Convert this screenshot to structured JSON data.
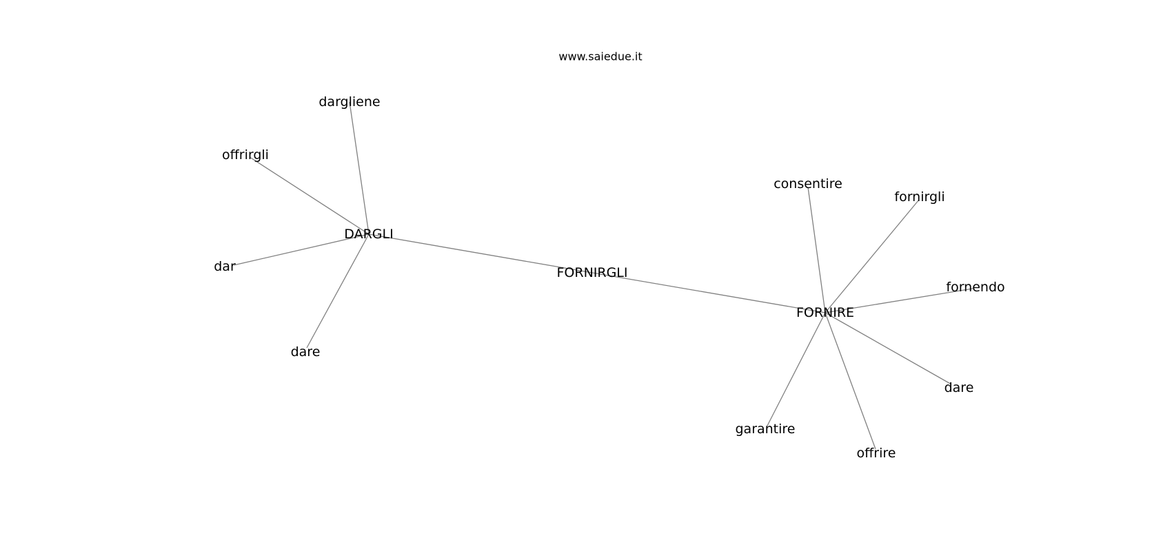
{
  "header": {
    "site": "www.saiedue.it"
  },
  "graph": {
    "nodes": [
      {
        "id": "fornirgli_center",
        "label": "FORNIRGLI"
      },
      {
        "id": "dargli",
        "label": "DARGLI"
      },
      {
        "id": "fornire",
        "label": "FORNIRE"
      },
      {
        "id": "dargliene",
        "label": "dargliene"
      },
      {
        "id": "offrirgli",
        "label": "offrirgli"
      },
      {
        "id": "dar",
        "label": "dar"
      },
      {
        "id": "dare_left",
        "label": "dare"
      },
      {
        "id": "consentire",
        "label": "consentire"
      },
      {
        "id": "fornirgli_leaf",
        "label": "fornirgli"
      },
      {
        "id": "fornendo",
        "label": "fornendo"
      },
      {
        "id": "dare_right",
        "label": "dare"
      },
      {
        "id": "offrire",
        "label": "offrire"
      },
      {
        "id": "garantire",
        "label": "garantire"
      }
    ],
    "edges": [
      [
        "fornirgli_center",
        "dargli"
      ],
      [
        "fornirgli_center",
        "fornire"
      ],
      [
        "dargli",
        "dargliene"
      ],
      [
        "dargli",
        "offrirgli"
      ],
      [
        "dargli",
        "dar"
      ],
      [
        "dargli",
        "dare_left"
      ],
      [
        "fornire",
        "consentire"
      ],
      [
        "fornire",
        "fornirgli_leaf"
      ],
      [
        "fornire",
        "fornendo"
      ],
      [
        "fornire",
        "dare_right"
      ],
      [
        "fornire",
        "offrire"
      ],
      [
        "fornire",
        "garantire"
      ]
    ]
  }
}
